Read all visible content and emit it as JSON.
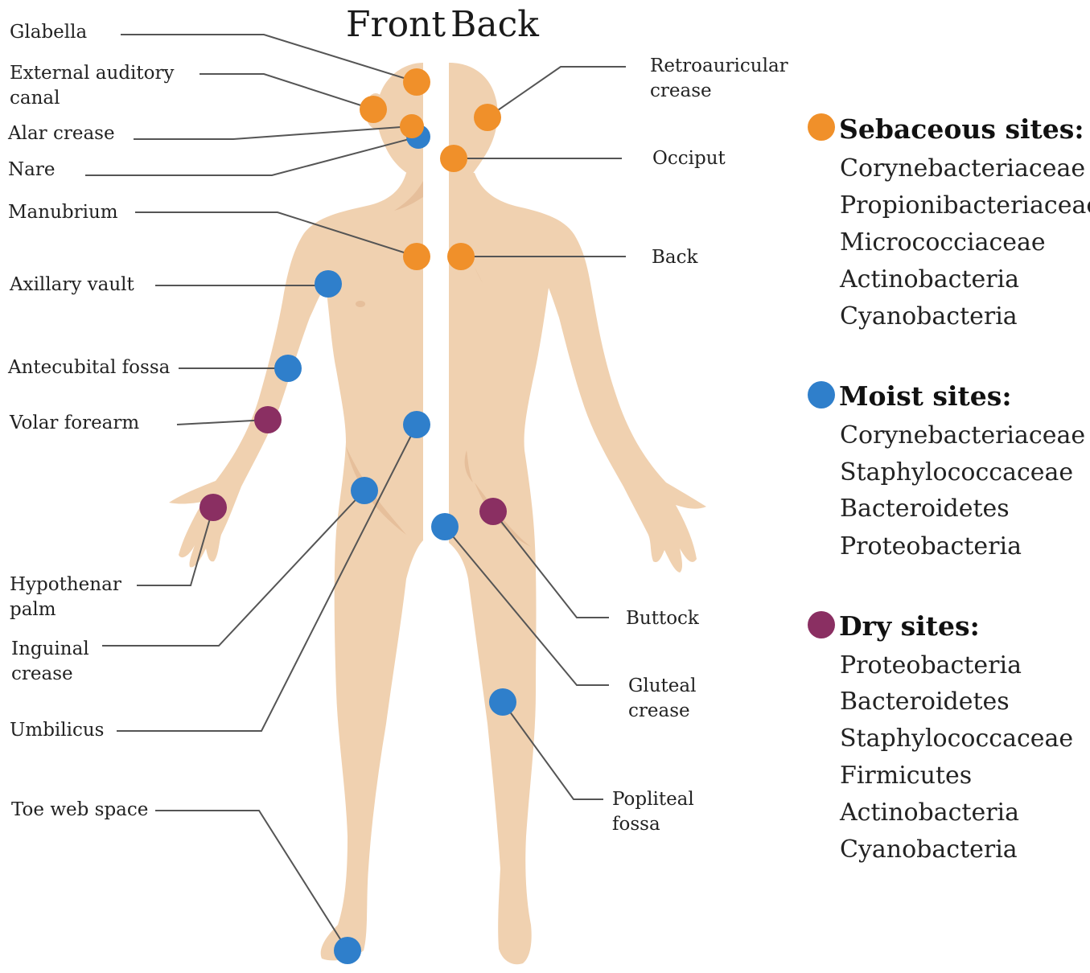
{
  "headers": {
    "front": "Front",
    "back": "Back"
  },
  "colors": {
    "sebaceous": "#f0902a",
    "moist": "#2f7fcb",
    "dry": "#8a2f62",
    "skin": "#f0d1b0"
  },
  "labels": {
    "glabella": "Glabella",
    "external_auditory_1": "External auditory",
    "external_auditory_2": "canal",
    "alar_crease": "Alar crease",
    "nare": "Nare",
    "manubrium": "Manubrium",
    "axillary_vault": "Axillary vault",
    "antecubital_fossa": "Antecubital fossa",
    "volar_forearm": "Volar forearm",
    "hypothenar_1": "Hypothenar",
    "hypothenar_2": "palm",
    "inguinal_1": "Inguinal",
    "inguinal_2": "crease",
    "umbilicus": "Umbilicus",
    "toe_web_space": "Toe web space",
    "retroauricular_1": "Retroauricular",
    "retroauricular_2": "crease",
    "occiput": "Occiput",
    "back": "Back",
    "buttock": "Buttock",
    "gluteal_1": "Gluteal",
    "gluteal_2": "crease",
    "popliteal_1": "Popliteal",
    "popliteal_2": "fossa"
  },
  "legend": {
    "sebaceous": {
      "title": "Sebaceous sites:",
      "items": [
        "Corynebacteriaceae",
        "Propionibacteriaceae",
        "Micrococciaceae",
        "Actinobacteria",
        "Cyanobacteria"
      ]
    },
    "moist": {
      "title": "Moist sites:",
      "items": [
        "Corynebacteriaceae",
        "Staphylococcaceae",
        "Bacteroidetes",
        "Proteobacteria"
      ]
    },
    "dry": {
      "title": "Dry sites:",
      "items": [
        "Proteobacteria",
        "Bacteroidetes",
        "Staphylococcaceae",
        "Firmicutes",
        "Actinobacteria",
        "Cyanobacteria"
      ]
    }
  }
}
